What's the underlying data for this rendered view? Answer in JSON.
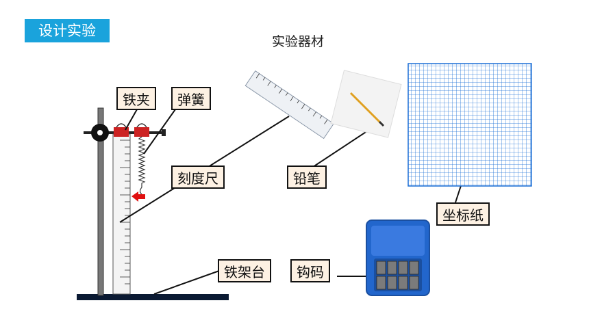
{
  "header": {
    "badge": "设计实验",
    "title": "实验器材"
  },
  "labels": {
    "clip": "铁夹",
    "spring": "弹簧",
    "ruler": "刻度尺",
    "pencil": "铅笔",
    "grid_paper": "坐标纸",
    "stand": "铁架台",
    "weights": "钩码"
  },
  "colors": {
    "badge_bg": "#1aa3dc",
    "callout_bg": "#fdf1e3",
    "grid_blue": "#1c6fd6",
    "box_blue": "#2266cc",
    "clip_red": "#cc2222"
  }
}
